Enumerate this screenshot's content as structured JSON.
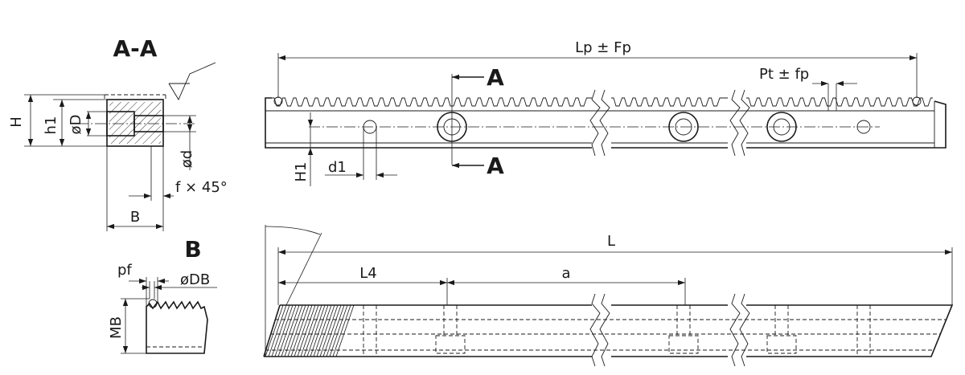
{
  "section": {
    "title": "A-A",
    "labels": {
      "H": "H",
      "h1": "h1",
      "D": "øD",
      "d": "ød",
      "chamfer": "f × 45°",
      "B": "B"
    }
  },
  "detail": {
    "title": "B",
    "labels": {
      "pf": "pf",
      "DB": "øDB",
      "MB": "MB"
    }
  },
  "top_view": {
    "section_marks": [
      "A",
      "A"
    ],
    "labels": {
      "length_pitch": "Lp ± Fp",
      "pitch": "Pt ± fp",
      "H1": "H1",
      "d1": "d1"
    }
  },
  "bottom_view": {
    "labels": {
      "L": "L",
      "L4": "L4",
      "a": "a"
    }
  }
}
